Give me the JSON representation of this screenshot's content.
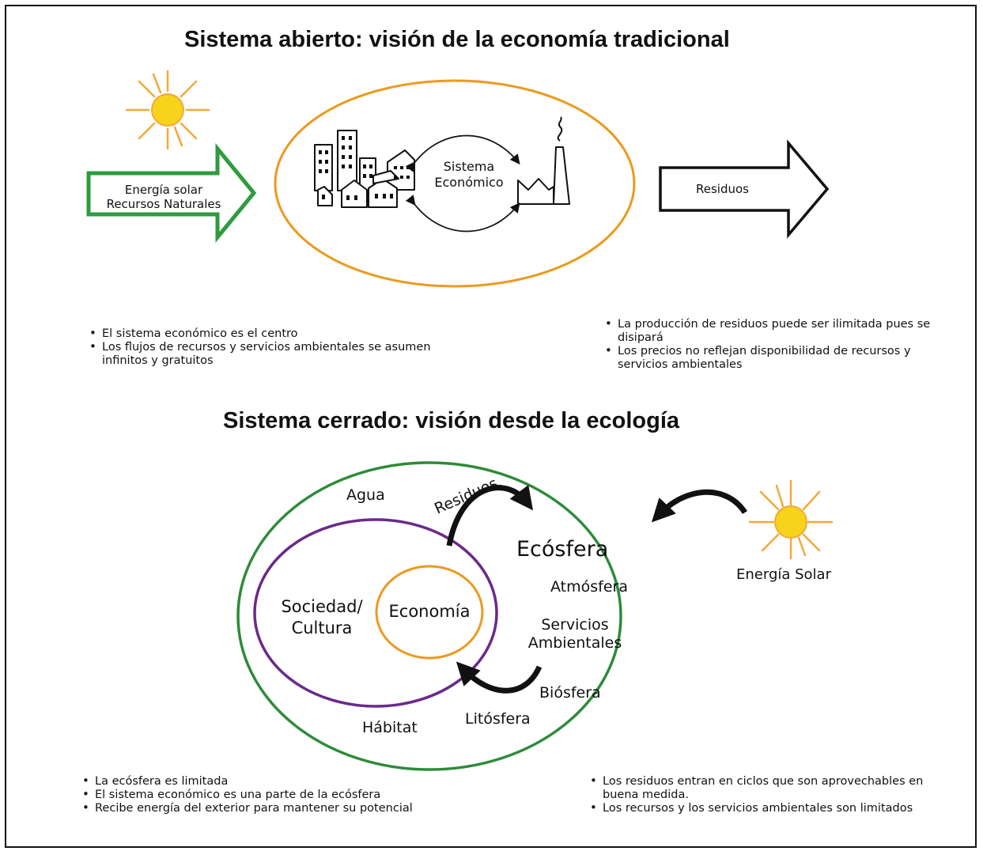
{
  "colors": {
    "green": "#2e9b3e",
    "orange": "#ec9a1e",
    "purple": "#6a2a8a",
    "sun_fill": "#f7d31c",
    "sun_rays": "#f2a93b"
  },
  "icons": [
    "sun-icon",
    "city-buildings-icon",
    "factory-icon",
    "cycle-arrows-icon"
  ],
  "open_system": {
    "title": "Sistema abierto: visión de la economía tradicional",
    "input_arrow_line1": "Energía solar",
    "input_arrow_line2": "Recursos Naturales",
    "economic_system_line1": "Sistema",
    "economic_system_line2": "Económico",
    "output_arrow_label": "Residuos",
    "bullets_left": [
      "El sistema económico es el centro",
      "Los flujos de recursos y servicios ambientales se asumen infinitos y gratuitos"
    ],
    "bullets_right": [
      "La producción de residuos puede ser ilimitada pues se disipará",
      "Los precios no reflejan disponibilidad de recursos y servicios ambientales"
    ]
  },
  "closed_system": {
    "title": "Sistema cerrado: visión desde la ecología",
    "labels": {
      "agua": "Agua",
      "residuos": "Residuos",
      "ecosfera": "Ecósfera",
      "atmosfera": "Atmósfera",
      "sociedad_line1": "Sociedad/",
      "sociedad_line2": "Cultura",
      "economia": "Economía",
      "servicios_line1": "Servicios",
      "servicios_line2": "Ambientales",
      "biosfera": "Biósfera",
      "litosfera": "Litósfera",
      "habitat": "Hábitat",
      "energia_solar": "Energía Solar"
    },
    "bullets_left": [
      "La ecósfera es limitada",
      "El sistema económico es una parte de la ecósfera",
      "Recibe energía del exterior para mantener su potencial"
    ],
    "bullets_right": [
      "Los residuos entran en ciclos que son aprovechables en buena medida.",
      "Los recursos y los servicios ambientales son limitados"
    ]
  }
}
